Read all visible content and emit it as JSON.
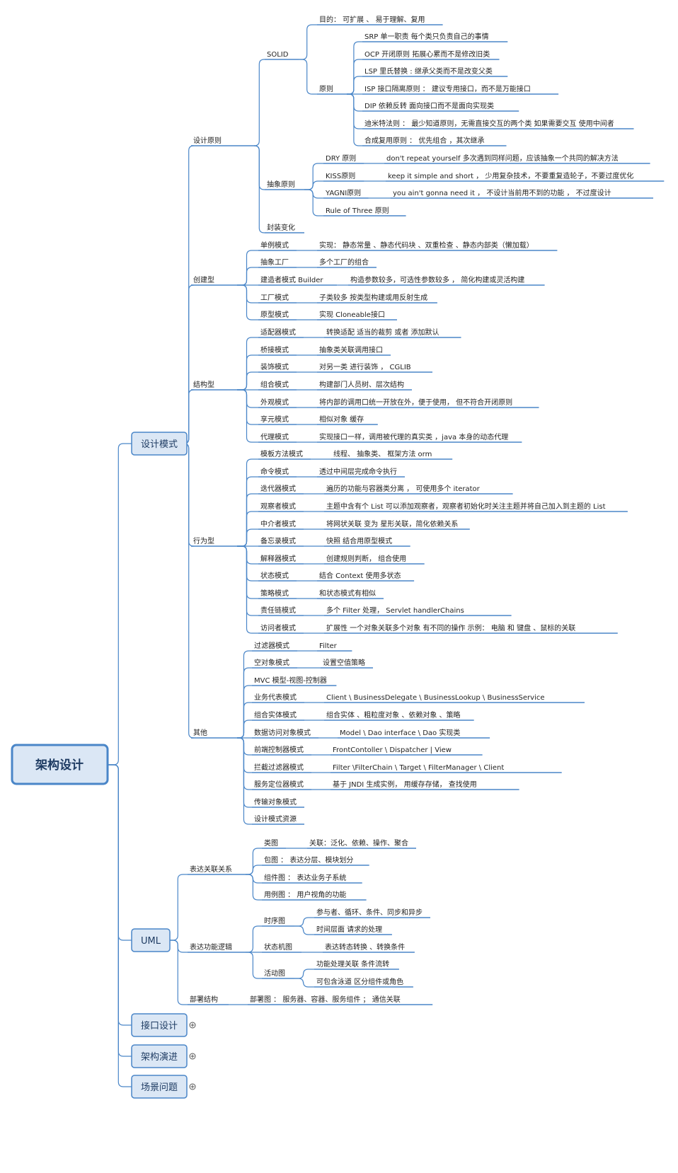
{
  "colors": {
    "line": "#4a86c8",
    "box_fill": "#dbe7f5",
    "box_border": "#4a86c8",
    "root_border": "#4a86c8",
    "text": "#222222"
  },
  "icons": {
    "collapsed_marker": "plus-circle-icon"
  },
  "root": {
    "label": "架构设计"
  },
  "main": {
    "design_patterns": "设计模式",
    "uml": "UML",
    "interface_design": "接口设计",
    "arch_evolution": "架构演进",
    "scenarios": "场景问题"
  },
  "design_principles": {
    "label": "设计原则",
    "solid": {
      "label": "SOLID",
      "goal": "目的：  可扩展 、 易于理解、复用",
      "principles_label": "原则",
      "items": [
        "SRP 单一职责   每个类只负责自己的事情",
        "OCP 开闭原则 拓展心累而不是修改旧类",
        "LSP 里氏替换 : 继承父类而不是改变父类",
        "ISP 接口隔离原则  ：   建议专用接口，而不是万能接口",
        "DIP 依赖反转    面向接口而不是面向实现类",
        "迪米特法则 ：  最少知道原则，无需直接交互的两个类 如果需要交互 使用中间者",
        "合成复用原则 ：   优先组合 ，其次继承"
      ]
    },
    "abstract": {
      "label": "抽象原则",
      "items": [
        {
          "name": "DRY 原则",
          "desc": "don't repeat yourself   多次遇到同样问题，应该抽象一个共同的解决方法"
        },
        {
          "name": "KISS原则",
          "desc": "keep it simple and short ，  少用复杂技术，不要重复造轮子，不要过度优化"
        },
        {
          "name": "YAGNI原则",
          "desc": "you ain't gonna need it ，  不设计当前用不到的功能 ，   不过度设计"
        },
        {
          "name": "Rule of Three 原则",
          "desc": ""
        }
      ]
    },
    "encapsulate": "封装变化"
  },
  "creational": {
    "label": "创建型",
    "items": [
      {
        "name": "单例模式",
        "desc": "实现：   静态常量 、静态代码块 、双重检查 、静态内部类（懒加载）"
      },
      {
        "name": "抽象工厂",
        "desc": "多个工厂的组合"
      },
      {
        "name": "建造者模式 Builder",
        "desc": "构造参数较多，可选性参数较多 ，   简化构建或灵活构建"
      },
      {
        "name": "工厂模式",
        "desc": "子类较多 按类型构建或用反射生成"
      },
      {
        "name": "原型模式",
        "desc": "实现 Cloneable接口"
      }
    ]
  },
  "structural": {
    "label": "结构型",
    "items": [
      {
        "name": "适配器模式",
        "desc": "转换适配   适当的裁剪 或者 添加默认"
      },
      {
        "name": "桥接模式",
        "desc": "抽象类关联调用接口"
      },
      {
        "name": "装饰模式",
        "desc": "对另一类 进行装饰 ，   CGLIB"
      },
      {
        "name": "组合模式",
        "desc": "构建部门人员树、层次结构"
      },
      {
        "name": "外观模式",
        "desc": "将内部的调用口统一开放在外，便于使用，     但不符合开闭原则"
      },
      {
        "name": "享元模式",
        "desc": "相似对象  缓存"
      },
      {
        "name": "代理模式",
        "desc": "实现接口一样，调用被代理的真实类 ，java 本身的动态代理"
      }
    ]
  },
  "behavioral": {
    "label": "行为型",
    "items": [
      {
        "name": "模板方法模式",
        "desc": "线程、  抽象类、  框架方法 orm"
      },
      {
        "name": "命令模式",
        "desc": "透过中间层完成命令执行"
      },
      {
        "name": "迭代器模式",
        "desc": "遍历的功能与容器类分离 ，    可使用多个 iterator"
      },
      {
        "name": "观察者模式",
        "desc": "主题中含有个 List 可以添加观察者，观察者初始化时关注主题并将自己加入到主题的 List"
      },
      {
        "name": "中介者模式",
        "desc": "将网状关联 变为 星形关联，简化依赖关系"
      },
      {
        "name": "备忘录模式",
        "desc": "快照   结合用原型模式"
      },
      {
        "name": "解释器模式",
        "desc": "创建规则判断，   组合使用"
      },
      {
        "name": "状态模式",
        "desc": "结合 Context 使用多状态"
      },
      {
        "name": "策略模式",
        "desc": "和状态模式有相似"
      },
      {
        "name": "责任链模式",
        "desc": "多个 Filter 处理，   Servlet   handlerChains"
      },
      {
        "name": "访问者模式",
        "desc": "扩展性   一个对象关联多个对象 有不同的操作  示例：   电脑 和 键盘 、鼠标的关联"
      }
    ]
  },
  "others": {
    "label": "其他",
    "items": [
      {
        "name": "过滤器模式",
        "desc": "Filter"
      },
      {
        "name": "空对象模式",
        "desc": "设置空值策略"
      },
      {
        "name": "MVC 模型-视图-控制器",
        "desc": ""
      },
      {
        "name": "业务代表模式",
        "desc": "Client \\ BusinessDelegate \\ BusinessLookup \\ BusinessService"
      },
      {
        "name": "组合实体模式",
        "desc": "组合实体 、粗粒度对象 、依赖对象 、策略"
      },
      {
        "name": "数据访问对象模式",
        "desc": "Model \\ Dao interface  \\ Dao 实现类"
      },
      {
        "name": "前端控制器模式",
        "desc": "FrontContoller \\ Dispatcher | View"
      },
      {
        "name": "拦截过滤器模式",
        "desc": "Filter \\FilterChain \\ Target \\ FilterManager \\ Client"
      },
      {
        "name": "服务定位器模式",
        "desc": "基于 JNDI 生成实例，   用缓存存储，     查找使用"
      },
      {
        "name": "传输对象模式",
        "desc": ""
      },
      {
        "name": "设计模式资源",
        "desc": ""
      }
    ]
  },
  "uml_tree": {
    "relations": {
      "label": "表达关联关系",
      "items": [
        {
          "name": "类图",
          "desc": "关联：泛化、依赖、操作、聚合"
        },
        {
          "name": "包图 ：  表达分层、模块划分",
          "desc": ""
        },
        {
          "name": "组件图 ：  表达业务子系统",
          "desc": ""
        },
        {
          "name": "用例图 ：   用户视角的功能",
          "desc": ""
        }
      ]
    },
    "logic": {
      "label": "表达功能逻辑",
      "sequence": {
        "name": "时序图",
        "items": [
          "参与者、循环、条件、同步和异步",
          "时间层面 请求的处理"
        ]
      },
      "state": {
        "name": "状态机图",
        "desc": "表达转态转换 、转换条件"
      },
      "activity": {
        "name": "活动图",
        "items": [
          "功能处理关联 条件流转",
          "可包含泳道 区分组件或角色"
        ]
      }
    },
    "deploy": {
      "label": "部署结构",
      "desc": "部署图 ：   服务器、容器、服务组件  ；  通信关联"
    }
  }
}
